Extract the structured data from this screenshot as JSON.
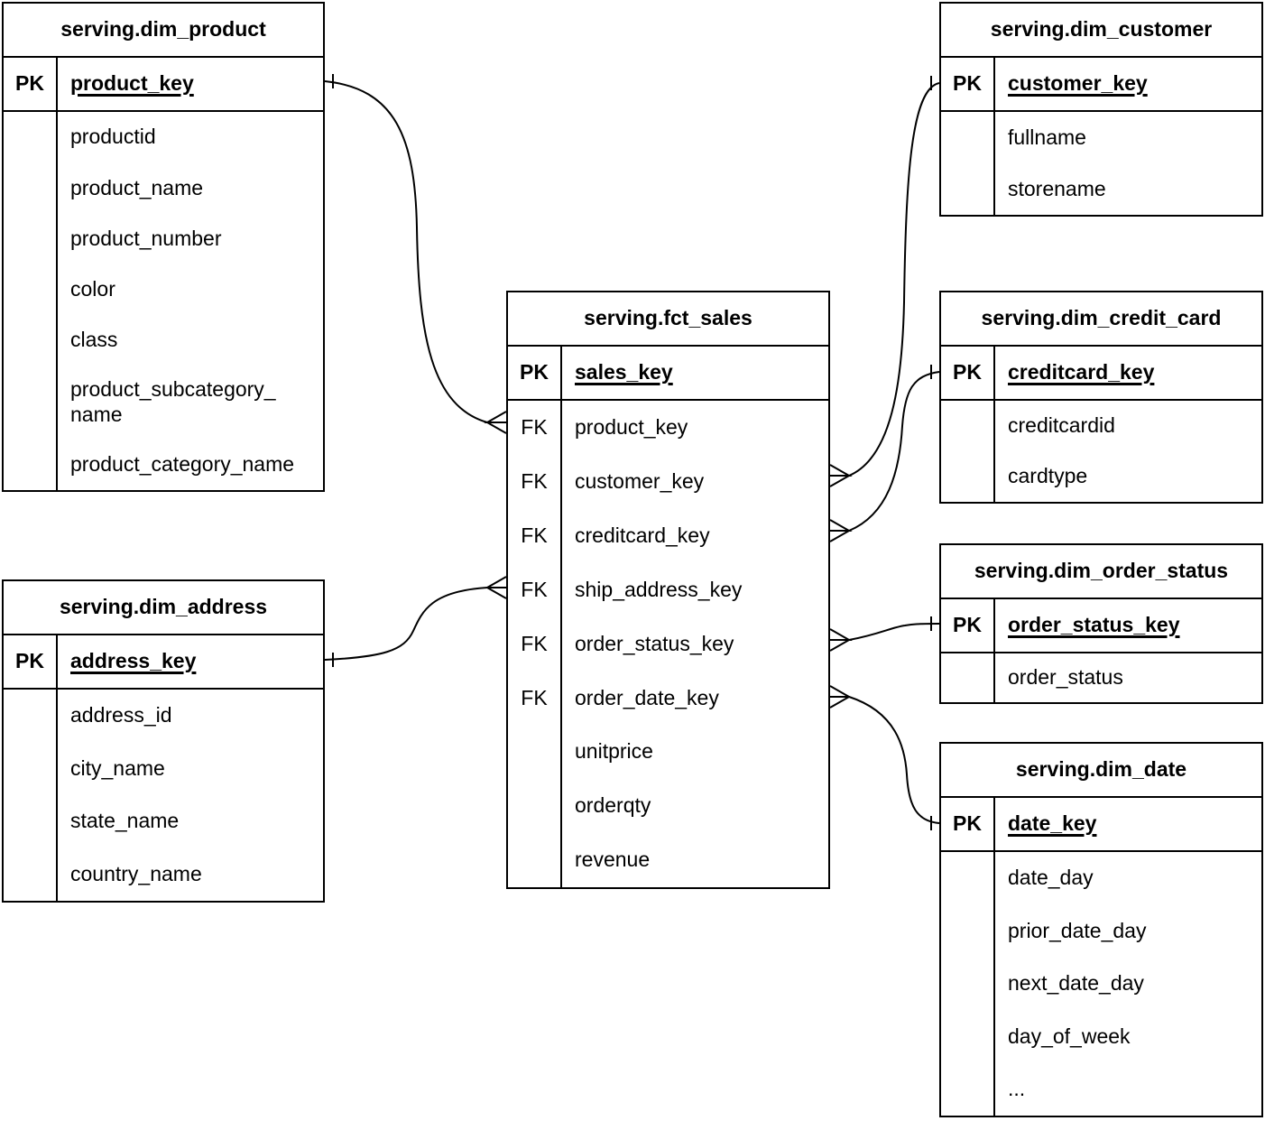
{
  "tables": [
    {
      "id": "dim_product",
      "title": "serving.dim_product",
      "pk": {
        "label": "PK",
        "field": "product_key"
      },
      "fields": [
        {
          "key": "",
          "name": "productid"
        },
        {
          "key": "",
          "name": "product_name"
        },
        {
          "key": "",
          "name": "product_number"
        },
        {
          "key": "",
          "name": "color"
        },
        {
          "key": "",
          "name": "class"
        },
        {
          "key": "",
          "name": "product_subcategory_\nname"
        },
        {
          "key": "",
          "name": "product_category_name"
        }
      ]
    },
    {
      "id": "dim_address",
      "title": "serving.dim_address",
      "pk": {
        "label": "PK",
        "field": "address_key"
      },
      "fields": [
        {
          "key": "",
          "name": "address_id"
        },
        {
          "key": "",
          "name": "city_name"
        },
        {
          "key": "",
          "name": "state_name"
        },
        {
          "key": "",
          "name": "country_name"
        }
      ]
    },
    {
      "id": "fct_sales",
      "title": "serving.fct_sales",
      "pk": {
        "label": "PK",
        "field": "sales_key"
      },
      "fields": [
        {
          "key": "FK",
          "name": "product_key"
        },
        {
          "key": "FK",
          "name": "customer_key"
        },
        {
          "key": "FK",
          "name": "creditcard_key"
        },
        {
          "key": "FK",
          "name": "ship_address_key"
        },
        {
          "key": "FK",
          "name": "order_status_key"
        },
        {
          "key": "FK",
          "name": "order_date_key"
        },
        {
          "key": "",
          "name": "unitprice"
        },
        {
          "key": "",
          "name": "orderqty"
        },
        {
          "key": "",
          "name": "revenue"
        }
      ]
    },
    {
      "id": "dim_customer",
      "title": "serving.dim_customer",
      "pk": {
        "label": "PK",
        "field": "customer_key"
      },
      "fields": [
        {
          "key": "",
          "name": "fullname"
        },
        {
          "key": "",
          "name": "storename"
        }
      ]
    },
    {
      "id": "dim_credit_card",
      "title": "serving.dim_credit_card",
      "pk": {
        "label": "PK",
        "field": "creditcard_key"
      },
      "fields": [
        {
          "key": "",
          "name": "creditcardid"
        },
        {
          "key": "",
          "name": "cardtype"
        }
      ]
    },
    {
      "id": "dim_order_status",
      "title": "serving.dim_order_status",
      "pk": {
        "label": "PK",
        "field": "order_status_key"
      },
      "fields": [
        {
          "key": "",
          "name": "order_status"
        }
      ]
    },
    {
      "id": "dim_date",
      "title": "serving.dim_date",
      "pk": {
        "label": "PK",
        "field": "date_key"
      },
      "fields": [
        {
          "key": "",
          "name": "date_day"
        },
        {
          "key": "",
          "name": "prior_date_day"
        },
        {
          "key": "",
          "name": "next_date_day"
        },
        {
          "key": "",
          "name": "day_of_week"
        },
        {
          "key": "",
          "name": "..."
        }
      ]
    }
  ],
  "connections": [
    {
      "from_table": "serving.fct_sales",
      "from_field": "product_key",
      "from_cardinality": "many",
      "to_table": "serving.dim_product",
      "to_field": "product_key",
      "to_cardinality": "one"
    },
    {
      "from_table": "serving.fct_sales",
      "from_field": "ship_address_key",
      "from_cardinality": "many",
      "to_table": "serving.dim_address",
      "to_field": "address_key",
      "to_cardinality": "one"
    },
    {
      "from_table": "serving.fct_sales",
      "from_field": "customer_key",
      "from_cardinality": "many",
      "to_table": "serving.dim_customer",
      "to_field": "customer_key",
      "to_cardinality": "one"
    },
    {
      "from_table": "serving.fct_sales",
      "from_field": "creditcard_key",
      "from_cardinality": "many",
      "to_table": "serving.dim_credit_card",
      "to_field": "creditcard_key",
      "to_cardinality": "one"
    },
    {
      "from_table": "serving.fct_sales",
      "from_field": "order_status_key",
      "from_cardinality": "many",
      "to_table": "serving.dim_order_status",
      "to_field": "order_status_key",
      "to_cardinality": "one"
    },
    {
      "from_table": "serving.fct_sales",
      "from_field": "order_date_key",
      "from_cardinality": "many",
      "to_table": "serving.dim_date",
      "to_field": "date_key",
      "to_cardinality": "one"
    }
  ],
  "colors": {
    "stroke": "#000000",
    "background": "#ffffff",
    "text": "#000000"
  }
}
